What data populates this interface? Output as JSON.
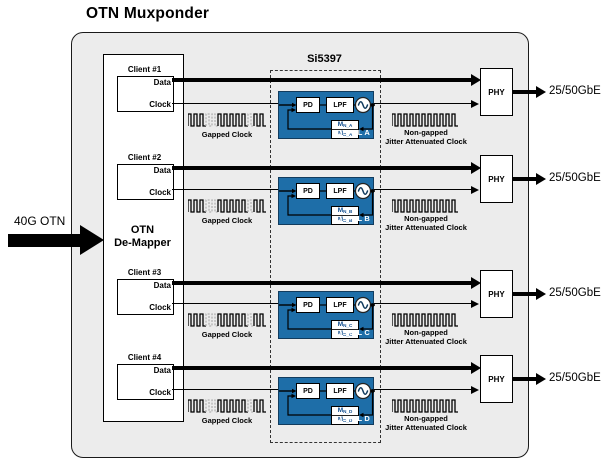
{
  "title": "OTN Muxponder",
  "input": {
    "label": "40G OTN"
  },
  "demapper": {
    "line1": "OTN",
    "line2": "De-Mapper"
  },
  "chip": {
    "label": "Si5397"
  },
  "labels": {
    "data": "Data",
    "clock": "Clock",
    "gapped": "Gapped Clock",
    "nongapped_line1": "Non-gapped",
    "nongapped_line2": "Jitter Attenuated Clock",
    "pd": "PD",
    "lpf": "LPF",
    "phy": "PHY",
    "output": "25/50GbE",
    "m": "M"
  },
  "rows": [
    {
      "client": "Client #1",
      "dspll": "DSPLL A",
      "mn_sub": "N_A",
      "md_sub": "D_A"
    },
    {
      "client": "Client #2",
      "dspll": "DSPLL B",
      "mn_sub": "N_B",
      "md_sub": "D_B"
    },
    {
      "client": "Client #3",
      "dspll": "DSPLL C",
      "mn_sub": "N_C",
      "md_sub": "D_C"
    },
    {
      "client": "Client #4",
      "dspll": "DSPLL D",
      "mn_sub": "N_D",
      "md_sub": "D_D"
    }
  ],
  "colors": {
    "dspll_blue": "#1E6EA8",
    "panel_grey": "#ECECEC"
  }
}
